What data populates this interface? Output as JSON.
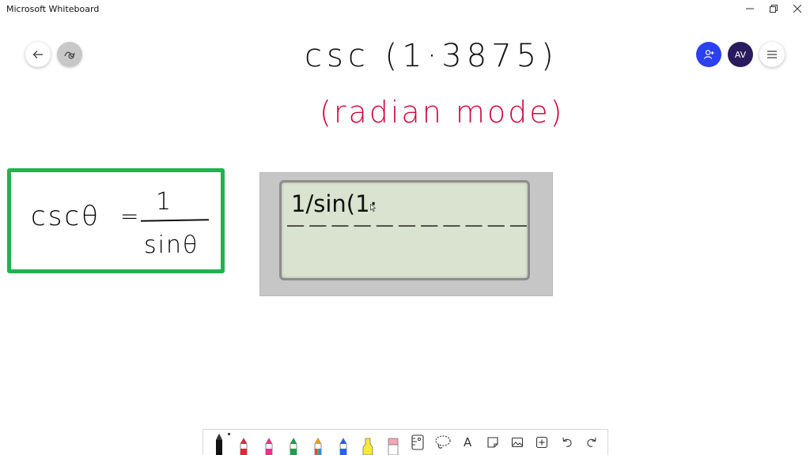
{
  "window": {
    "title": "Microsoft Whiteboard",
    "buttons": [
      "minimize",
      "maximize",
      "close"
    ]
  },
  "header": {
    "back_icon": "arrow-left-icon",
    "ink_icon": "ink-to-shape-icon",
    "share_icon": "invite-person-icon",
    "avatar_initials": "AV",
    "menu_icon": "hamburger-menu-icon"
  },
  "board": {
    "title_text": "csc (1·3875)",
    "mode_text": "(radian mode)",
    "formula": {
      "lhs": "cscθ",
      "equals": "=",
      "numerator": "1",
      "denominator": "sinθ"
    },
    "calculator": {
      "screen_text": "1/sin(1·",
      "placeholder_dashes": 11
    }
  },
  "toolbar": {
    "tools": [
      {
        "name": "ballpoint-pen-black",
        "icon": "pen-icon",
        "color": "#111111",
        "selected": true
      },
      {
        "name": "pen-red",
        "icon": "pen-icon",
        "color": "#e0283a"
      },
      {
        "name": "pen-pink",
        "icon": "pen-icon",
        "color": "#e8338c"
      },
      {
        "name": "pen-green",
        "icon": "pen-icon",
        "color": "#16a34a"
      },
      {
        "name": "pen-rainbow",
        "icon": "pen-icon",
        "color": "#f59e0b"
      },
      {
        "name": "pen-blue",
        "icon": "pen-icon",
        "color": "#2563eb"
      },
      {
        "name": "highlighter-yellow",
        "icon": "highlighter-icon",
        "color": "#f7e83a"
      },
      {
        "name": "eraser",
        "icon": "eraser-icon",
        "color": "#f6a6b6"
      },
      {
        "name": "ruler",
        "icon": "ruler-icon",
        "color": "#ffffff"
      },
      {
        "name": "lasso-select",
        "icon": "lasso-icon",
        "color": "#ffffff"
      },
      {
        "name": "text",
        "icon": "text-icon",
        "label": "A"
      },
      {
        "name": "sticky-note",
        "icon": "note-icon"
      },
      {
        "name": "image",
        "icon": "image-icon"
      },
      {
        "name": "insert",
        "icon": "plus-box-icon"
      },
      {
        "name": "undo",
        "icon": "undo-icon"
      },
      {
        "name": "redo",
        "icon": "redo-icon"
      }
    ]
  },
  "colors": {
    "title_ink": "#111111",
    "mode_ink": "#d3083e",
    "formula_box": "#21b24e",
    "share_button": "#2b40f0",
    "avatar_bg": "#2a1a5e",
    "calc_screen": "#d9e3cf"
  }
}
